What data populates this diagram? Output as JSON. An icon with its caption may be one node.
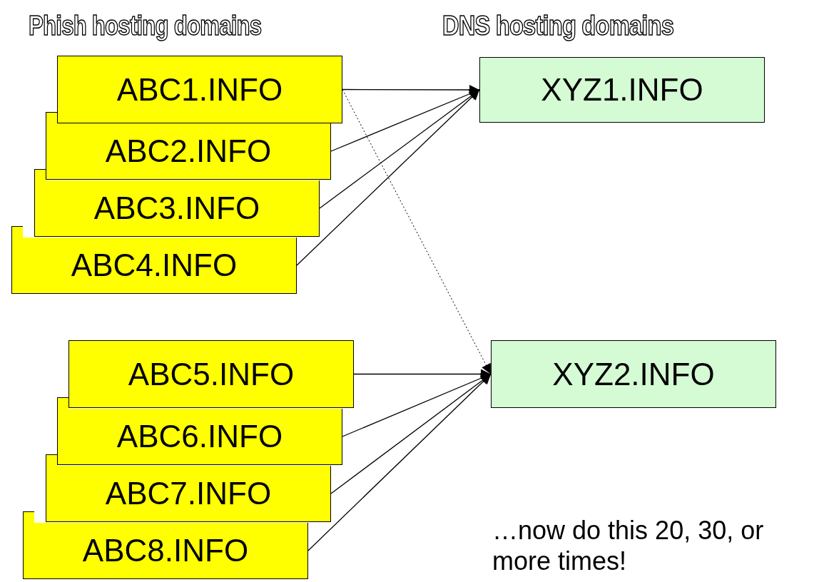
{
  "diagram": {
    "nodes": [
      {
        "text": [
          "ABC1.INFO"
        ]
      },
      {
        "text": [
          "ABC2.INFO"
        ]
      },
      {
        "text": [
          "ABC3.INFO"
        ]
      },
      {
        "text": [
          "ABC4.INFO"
        ]
      },
      {
        "text": [
          "XYZ1.INFO"
        ]
      },
      {
        "text": [
          "ABC5.INFO"
        ]
      },
      {
        "text": [
          "ABC6.INFO"
        ]
      },
      {
        "text": [
          "ABC7.INFO"
        ]
      },
      {
        "text": [
          "ABC8.INFO"
        ]
      },
      {
        "text": [
          "XYZ2.INFO"
        ]
      }
    ],
    "edges": [
      {
        "from": 0,
        "to": 4,
        "arrow": "to"
      },
      {
        "from": 1,
        "to": 4,
        "arrow": "to"
      },
      {
        "from": 2,
        "to": 4,
        "arrow": "to"
      },
      {
        "from": 3,
        "to": 4,
        "arrow": "to"
      },
      {
        "from": 0,
        "to": 9,
        "arrow": "to",
        "style": "dashed"
      },
      {
        "from": 5,
        "to": 9,
        "arrow": "to"
      },
      {
        "from": 6,
        "to": 9,
        "arrow": "to"
      },
      {
        "from": 7,
        "to": 9,
        "arrow": "to"
      },
      {
        "from": 8,
        "to": 9,
        "arrow": "to"
      }
    ],
    "labels": [
      "Phish hosting domains",
      "DNS hosting domains",
      "…now do this 20, 30, or more times!"
    ]
  }
}
